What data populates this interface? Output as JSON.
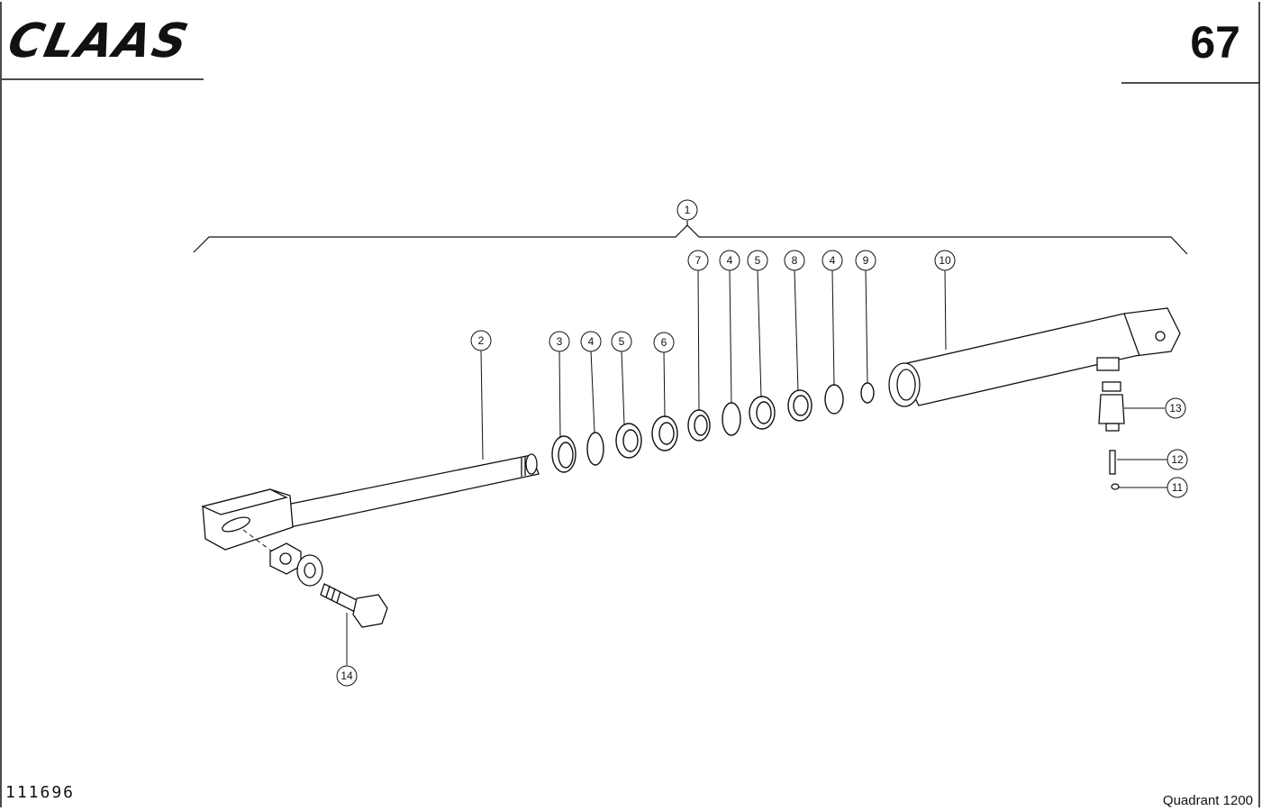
{
  "header": {
    "logo_text": "CLAAS",
    "page_number": "67"
  },
  "footer": {
    "drawing_number": "111696",
    "model": "Quadrant 1200"
  },
  "callouts": [
    "1",
    "2",
    "3",
    "4",
    "5",
    "6",
    "7",
    "4",
    "5",
    "8",
    "4",
    "9",
    "10",
    "13",
    "12",
    "11",
    "14"
  ]
}
